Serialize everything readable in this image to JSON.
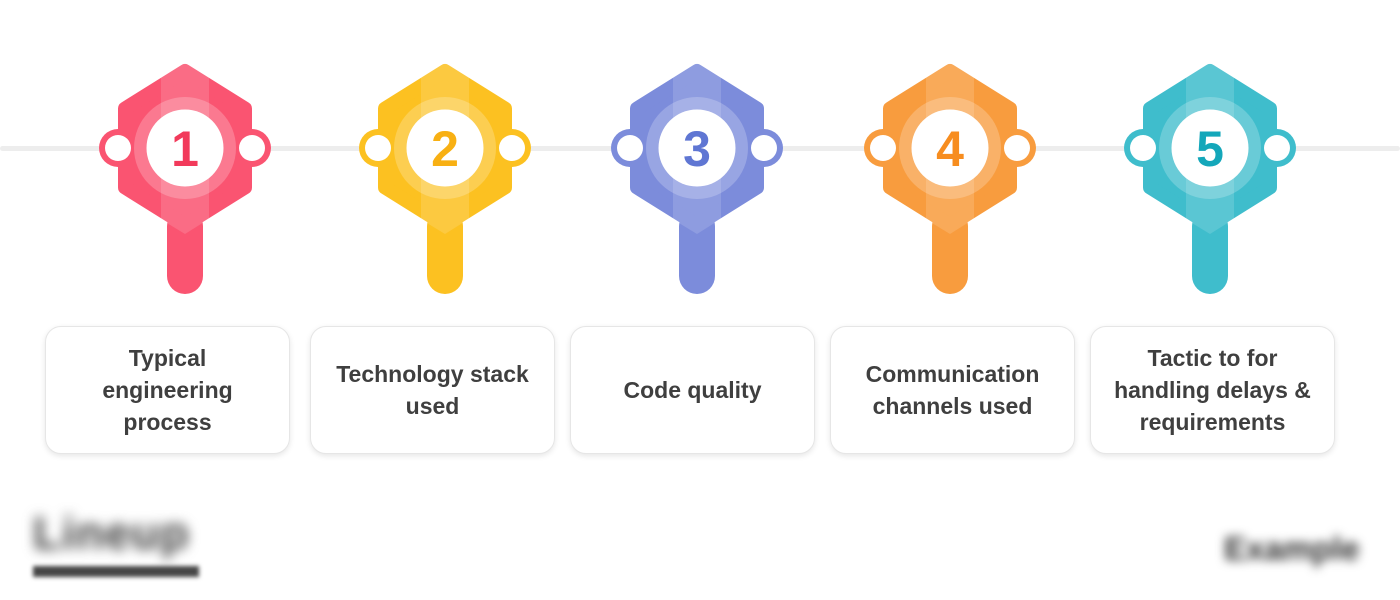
{
  "steps": [
    {
      "number": "1",
      "label": "Typical engineering process",
      "colors": {
        "main": "#FA5471",
        "number": "#F23A5B"
      }
    },
    {
      "number": "2",
      "label": "Technology stack used",
      "colors": {
        "main": "#FCC121",
        "number": "#F8B013"
      }
    },
    {
      "number": "3",
      "label": "Code quality",
      "colors": {
        "main": "#7C8CDB",
        "number": "#5F76D3"
      }
    },
    {
      "number": "4",
      "label": "Communication channels used",
      "colors": {
        "main": "#F89C3E",
        "number": "#F78D1F"
      }
    },
    {
      "number": "5",
      "label": "Tactic to for handling delays & requirements",
      "colors": {
        "main": "#3FBDCC",
        "number": "#14A7BA"
      }
    }
  ],
  "timeline": {
    "line_color": "#EDEDED"
  },
  "footer": {
    "left_watermark": "Lineup",
    "right_watermark": "Example"
  }
}
